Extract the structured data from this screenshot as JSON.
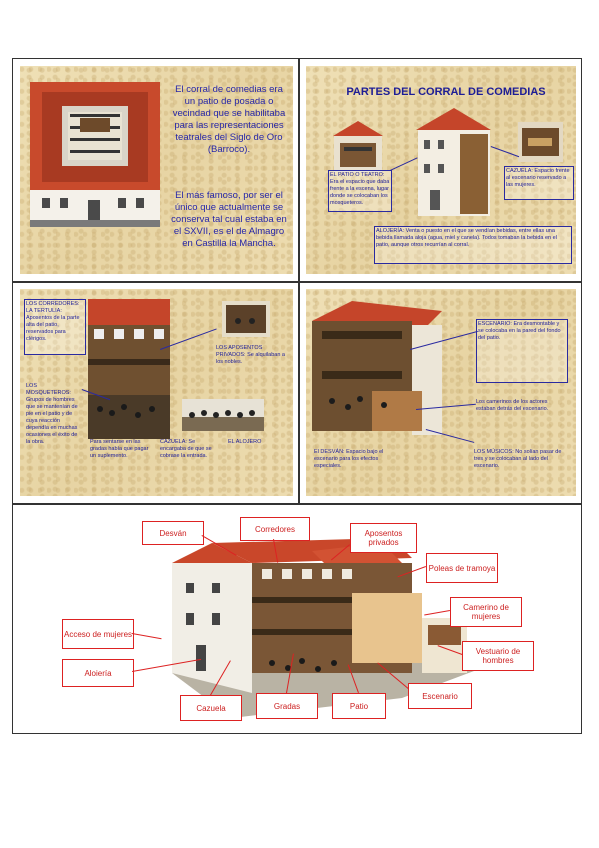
{
  "slide1": {
    "paragraph1": "El corral de comedias era un patio de posada o vecindad que se habilitaba para las representaciones teatrales del Siglo de Oro (Barroco).",
    "paragraph2": "El más famoso, por ser el único que actualmente se conserva tal cual estaba en el SXVII, es el de Almagro en Castilla la Mancha."
  },
  "slide2": {
    "title": "PARTES DEL CORRAL DE COMEDIAS",
    "note_left": "EL PATIO O TEATRO: Era el espacio que daba frente a la escena, lugar donde se colocaban los mosqueteros.",
    "note_right": "CAZUELA: Espacio frente al escenario reservado a las mujeres.",
    "note_bottom": "ALOJERÍA: Venta o puesto en el que se vendían bebidas, entre ellas una bebida llamada aloja (agua, miel y canela). Todos tomaban la bebida en el patio, aunque otros recurrían al corral."
  },
  "slide3": {
    "note_top_left": "LOS CORREDORES: LA TERTULIA: Aposentos de la parte alta del patio, reservados para clérigos.",
    "note_left": "LOS MOSQUETEROS: Grupos de hombres que se mantenían de pie en el patio y de cuya reacción dependía en muchas ocasiones el éxito de la obra.",
    "note_mid_top": "LOS APOSENTOS PRIVADOS: Se alquilaban a los nobles.",
    "note_mid": "Para sentarse en las gradas había que pagar un suplemento.",
    "note_mid_bottom": "CAZUELA: Se encargaba de que se cobrase la entrada.",
    "note_right_bottom": "EL ALOJERO"
  },
  "slide4": {
    "note_top": "ESCENARIO: Era desmontable y se colocaba en la pared del fondo del patio.",
    "note_mid": "Los camerinos de los actores estaban detrás del escenario.",
    "note_bottom_left": "El DESVÁN: Espacio bajo el escenario para los efectos especiales.",
    "note_bottom_right": "LOS MÚSICOS: No solían pasar de tres y se colocaban al lado del escenario."
  },
  "diagram": {
    "labels": {
      "desvan": "Desván",
      "corredores": "Corredores",
      "aposentos": "Aposentos privados",
      "poleas": "Poleas de tramoya",
      "camerino": "Camerino de mujeres",
      "vestuario": "Vestuario de hombres",
      "escenario": "Escenario",
      "patio": "Patio",
      "gradas": "Gradas",
      "cazuela": "Cazuela",
      "aloieria": "Aloiería",
      "acceso": "Acceso de mujeres"
    }
  }
}
